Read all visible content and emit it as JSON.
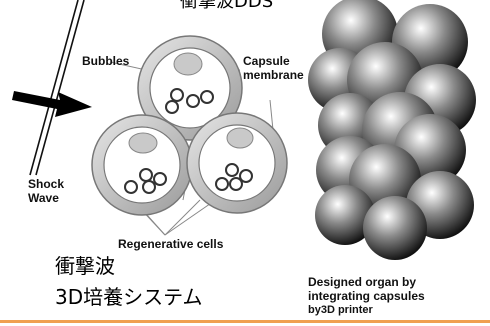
{
  "diagram": {
    "top_caption_partial": "衝撃波DDS",
    "labels": {
      "bubbles": "Bubbles",
      "capsule_line1": "Capsule",
      "capsule_line2": "membrane",
      "shock_line1": "Shock",
      "shock_line2": "Wave",
      "regen": "Regenerative cells",
      "organ_line1": "Designed organ by",
      "organ_line2": "integrating capsules",
      "organ_line3": "by3D printer"
    },
    "captions": {
      "line1": "衝撃波",
      "line2": "3D培養システム"
    },
    "colors": {
      "accent_rule": "#f0a050",
      "sphere_light": "#ffffff",
      "sphere_dark": "#1a1a1a"
    }
  }
}
